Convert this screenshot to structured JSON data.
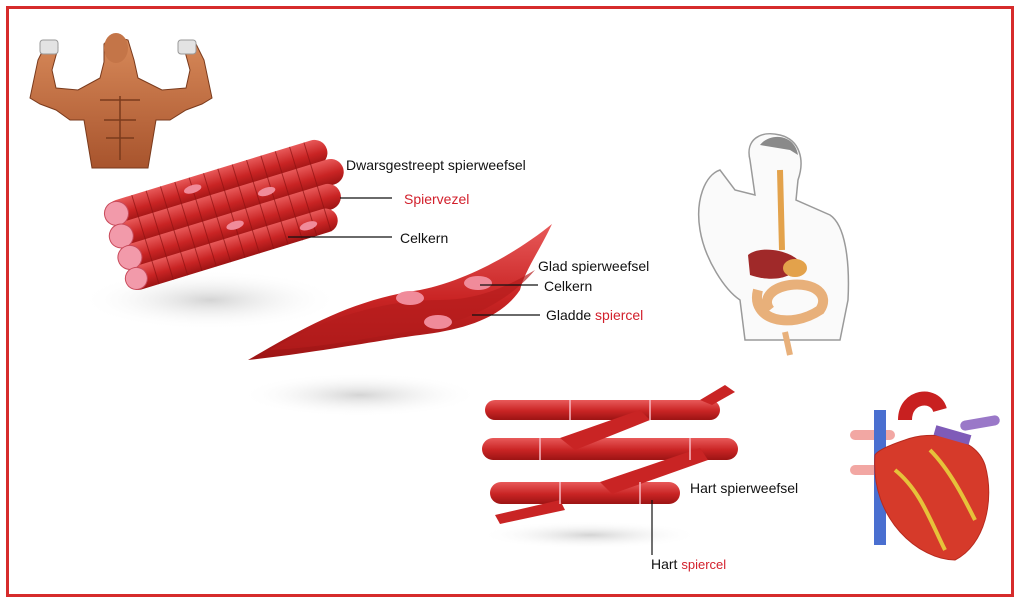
{
  "colors": {
    "frame": "#d62b2b",
    "muscle": "#d42a2a",
    "muscle_dark": "#a81717",
    "highlight": "#f08b9a",
    "label_accent": "#d21f2b"
  },
  "skeletal": {
    "title": "Dwarsgestreept spierweefsel",
    "fiber_label": "Spiervezel",
    "nucleus_label": "Celkern"
  },
  "smooth": {
    "title": "Glad spierweefsel",
    "nucleus_label": "Celkern",
    "cell_label_prefix": "Gladde",
    "cell_label_accent": "spiercel"
  },
  "cardiac": {
    "title": "Hart spierweefsel",
    "cell_label_prefix": "Hart",
    "cell_label_accent": "spiercel"
  },
  "icons": [
    "bodybuilder-anatomy-icon",
    "digestive-system-icon",
    "heart-icon"
  ]
}
